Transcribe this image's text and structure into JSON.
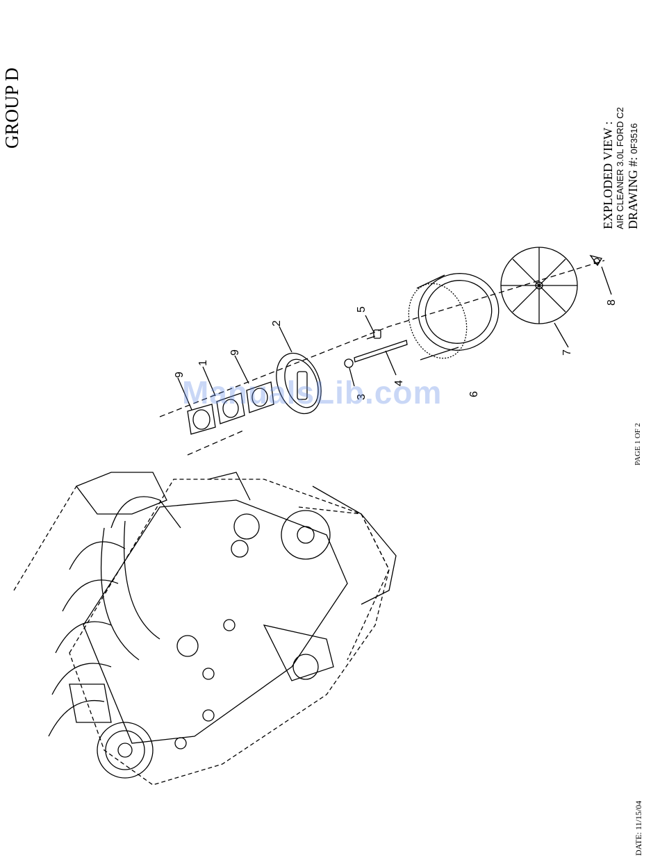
{
  "header": {
    "group": "GROUP D"
  },
  "title_block": {
    "view": "EXPLODED VIEW :",
    "description": "AIR CLEANER 3.0L FORD C2",
    "drawing_label": "DRAWING #:",
    "drawing_number": "0F3516"
  },
  "footer": {
    "page": "PAGE 1 OF 2",
    "date": "DATE: 11/15/04"
  },
  "callouts": [
    "1",
    "2",
    "3",
    "4",
    "5",
    "6",
    "7",
    "8",
    "9",
    "9"
  ],
  "watermark": "ManualsLib.com"
}
